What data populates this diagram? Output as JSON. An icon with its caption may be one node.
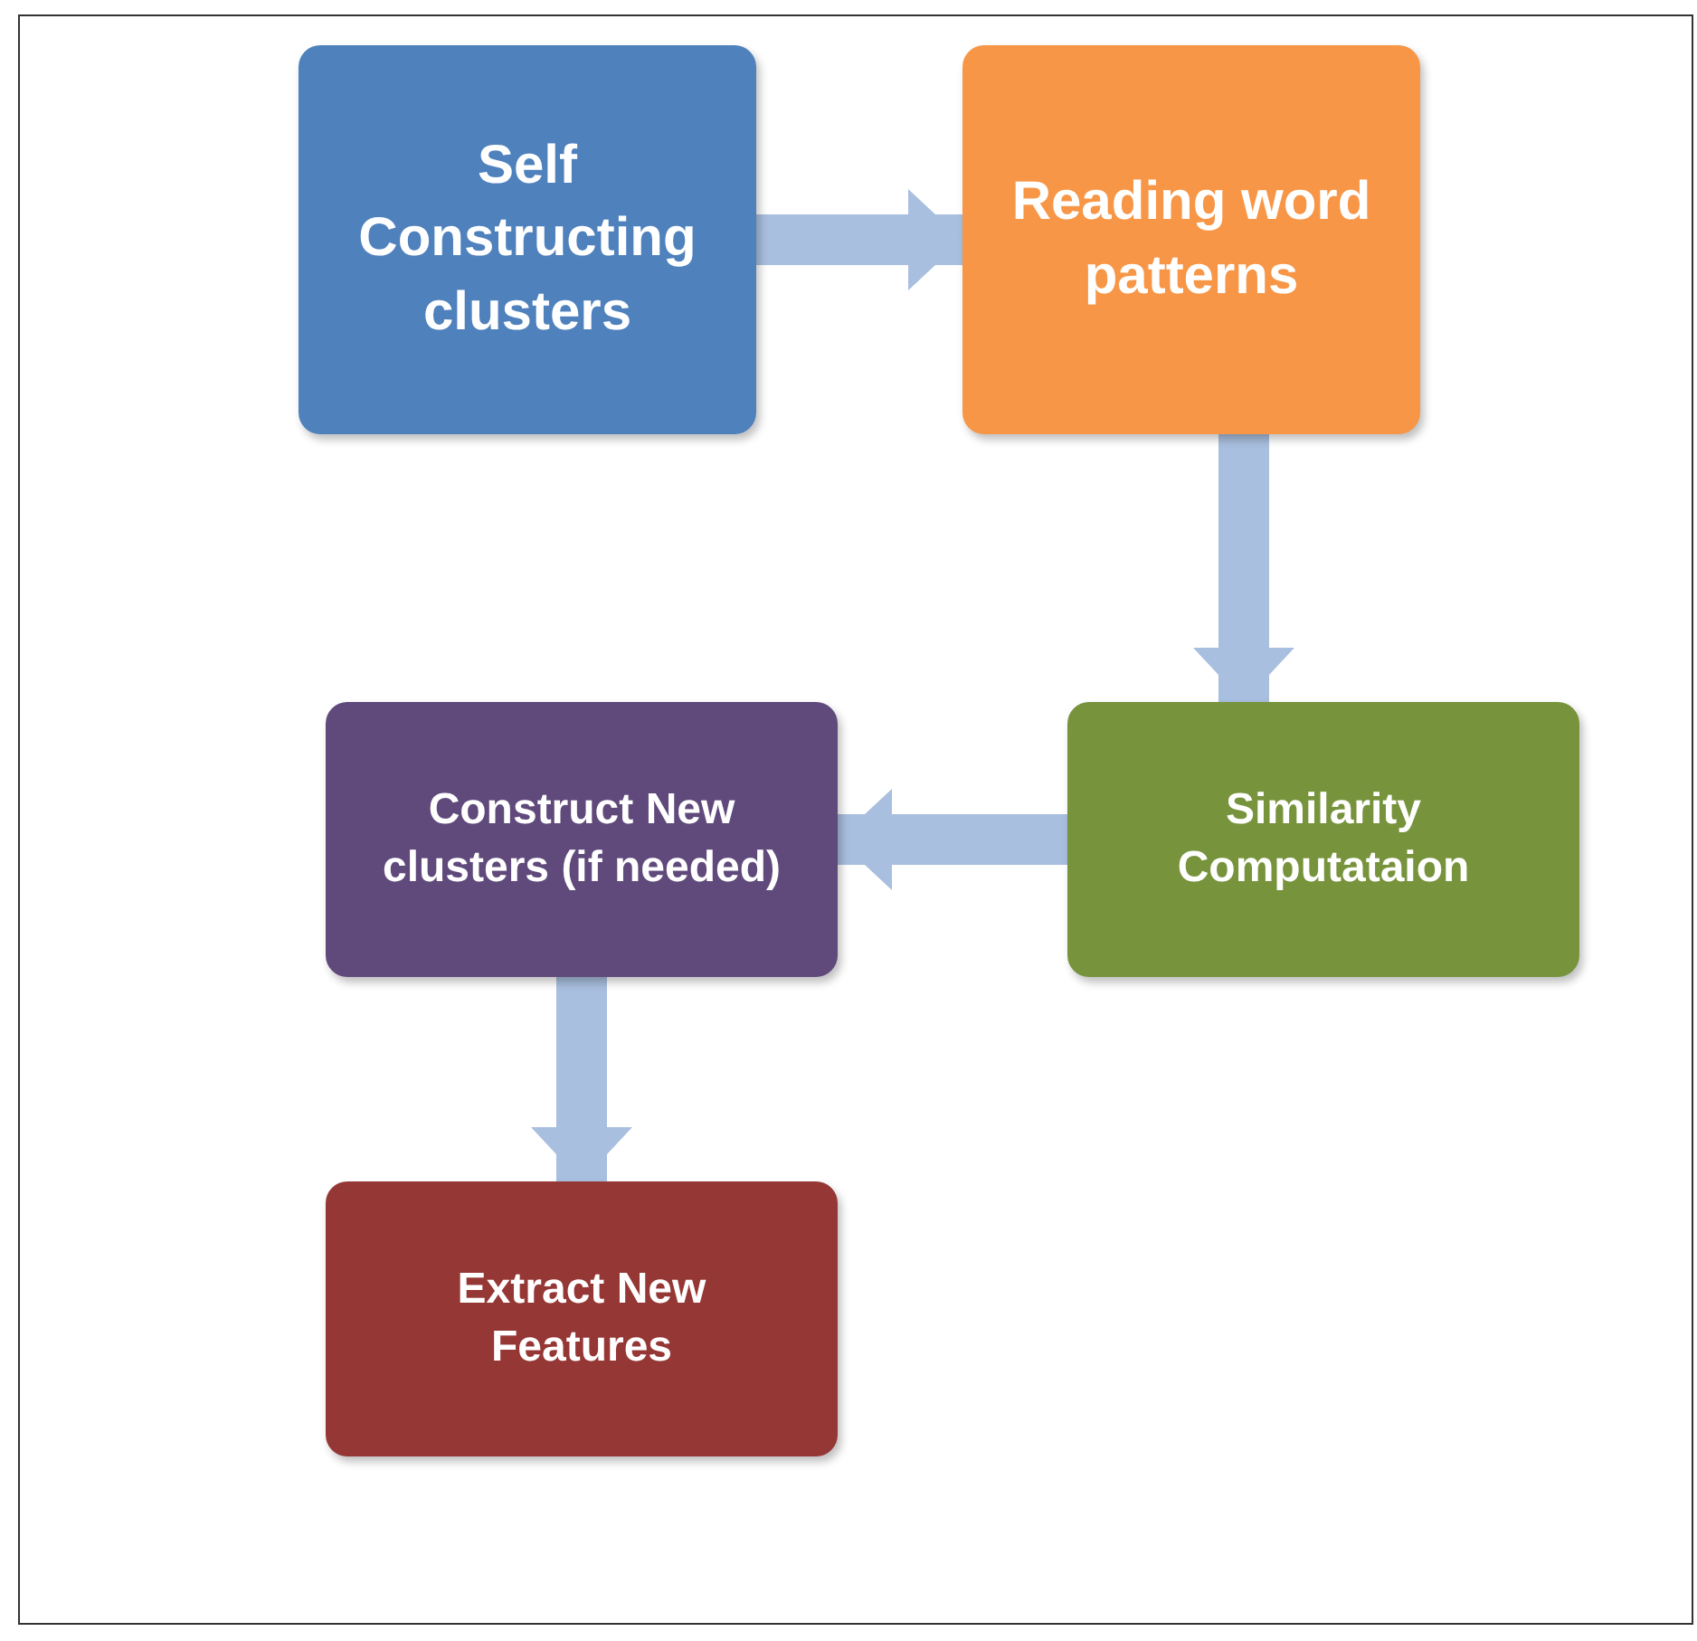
{
  "diagram": {
    "nodes": [
      {
        "text": [
          "Self Constructing clusters"
        ]
      },
      {
        "text": [
          "Reading word patterns"
        ]
      },
      {
        "text": [
          "Similarity Computataion"
        ]
      },
      {
        "text": [
          "Construct New clusters (if needed)"
        ]
      },
      {
        "text": [
          "Extract New Features"
        ]
      }
    ],
    "edges": [
      {
        "from": 0,
        "to": 1,
        "arrow": "to"
      },
      {
        "from": 1,
        "to": 2,
        "arrow": "to"
      },
      {
        "from": 2,
        "to": 3,
        "arrow": "to"
      },
      {
        "from": 3,
        "to": 4,
        "arrow": "to"
      }
    ]
  }
}
